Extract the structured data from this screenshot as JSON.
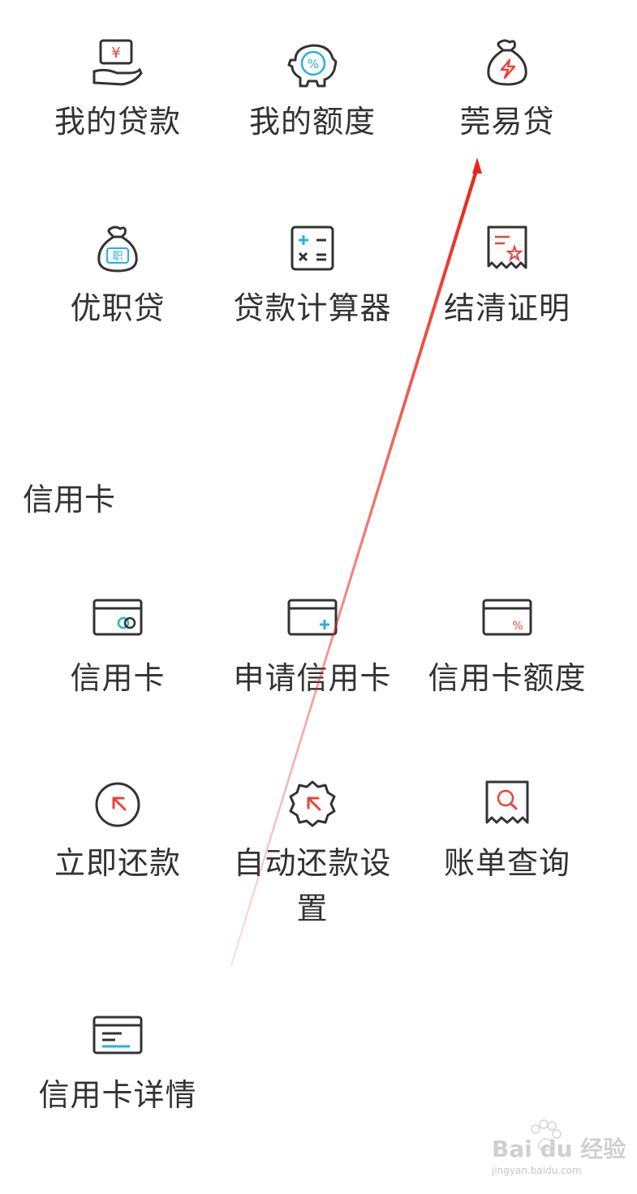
{
  "loans": {
    "items": [
      {
        "label": "我的贷款",
        "icon": "loan-hand-icon"
      },
      {
        "label": "我的额度",
        "icon": "piggy-bank-icon"
      },
      {
        "label": "莞易贷",
        "icon": "money-bag-lightning-icon"
      },
      {
        "label": "优职贷",
        "icon": "money-bag-job-icon"
      },
      {
        "label": "贷款计算器",
        "icon": "calculator-icon"
      },
      {
        "label": "结清证明",
        "icon": "certificate-icon"
      }
    ]
  },
  "credit_card": {
    "section_title": "信用卡",
    "items": [
      {
        "label": "信用卡",
        "icon": "credit-card-icon"
      },
      {
        "label": "申请信用卡",
        "icon": "add-card-icon"
      },
      {
        "label": "信用卡额度",
        "icon": "card-limit-icon"
      },
      {
        "label": "立即还款",
        "icon": "repay-now-icon"
      },
      {
        "label": "自动还款设置",
        "icon": "auto-repay-gear-icon"
      },
      {
        "label": "账单查询",
        "icon": "bill-search-icon"
      },
      {
        "label": "信用卡详情",
        "icon": "card-detail-icon"
      }
    ]
  },
  "watermark": {
    "brand": "Bai du 经验",
    "url": "jingyan.baidu.com"
  },
  "colors": {
    "accent_blue": "#2ab0e0",
    "accent_red": "#e8453c",
    "outline": "#333333",
    "annotation_arrow": "#e8261c"
  }
}
